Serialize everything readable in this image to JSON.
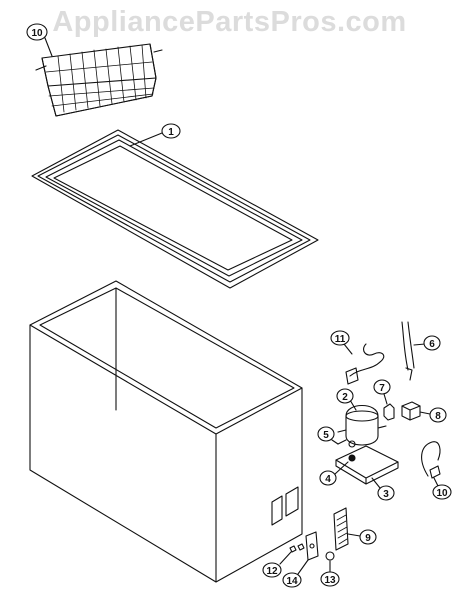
{
  "watermark": "AppliancePartsPros.com",
  "callouts": [
    "1",
    "2",
    "3",
    "4",
    "5",
    "6",
    "7",
    "8",
    "9",
    "10",
    "11",
    "12",
    "13",
    "14",
    "10"
  ]
}
